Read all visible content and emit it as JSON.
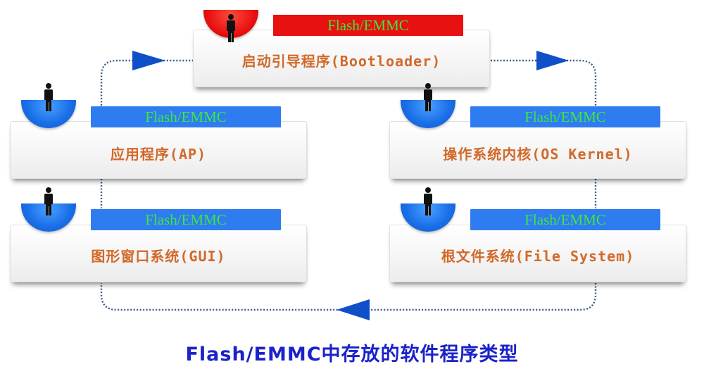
{
  "diagram": {
    "caption": "Flash/EMMC中存放的软件程序类型",
    "colors": {
      "label_text": "#d2692a",
      "tag_text": "#3ce83c",
      "tag_blue": "#2f7cf0",
      "tag_red": "#e81010",
      "arrow": "#0f4fc8",
      "caption": "#1a22c8"
    },
    "nodes": [
      {
        "id": "bootloader",
        "label": "启动引导程序(Bootloader)",
        "tag": "Flash/EMMC",
        "highlight": "red"
      },
      {
        "id": "os-kernel",
        "label": "操作系统内核(OS Kernel)",
        "tag": "Flash/EMMC",
        "highlight": "blue"
      },
      {
        "id": "file-system",
        "label": "根文件系统(File System)",
        "tag": "Flash/EMMC",
        "highlight": "blue"
      },
      {
        "id": "gui",
        "label": "图形窗口系统(GUI)",
        "tag": "Flash/EMMC",
        "highlight": "blue"
      },
      {
        "id": "ap",
        "label": "应用程序(AP)",
        "tag": "Flash/EMMC",
        "highlight": "blue"
      }
    ],
    "flow": [
      "ap",
      "bootloader",
      "os-kernel",
      "file-system",
      "gui",
      "ap"
    ]
  }
}
